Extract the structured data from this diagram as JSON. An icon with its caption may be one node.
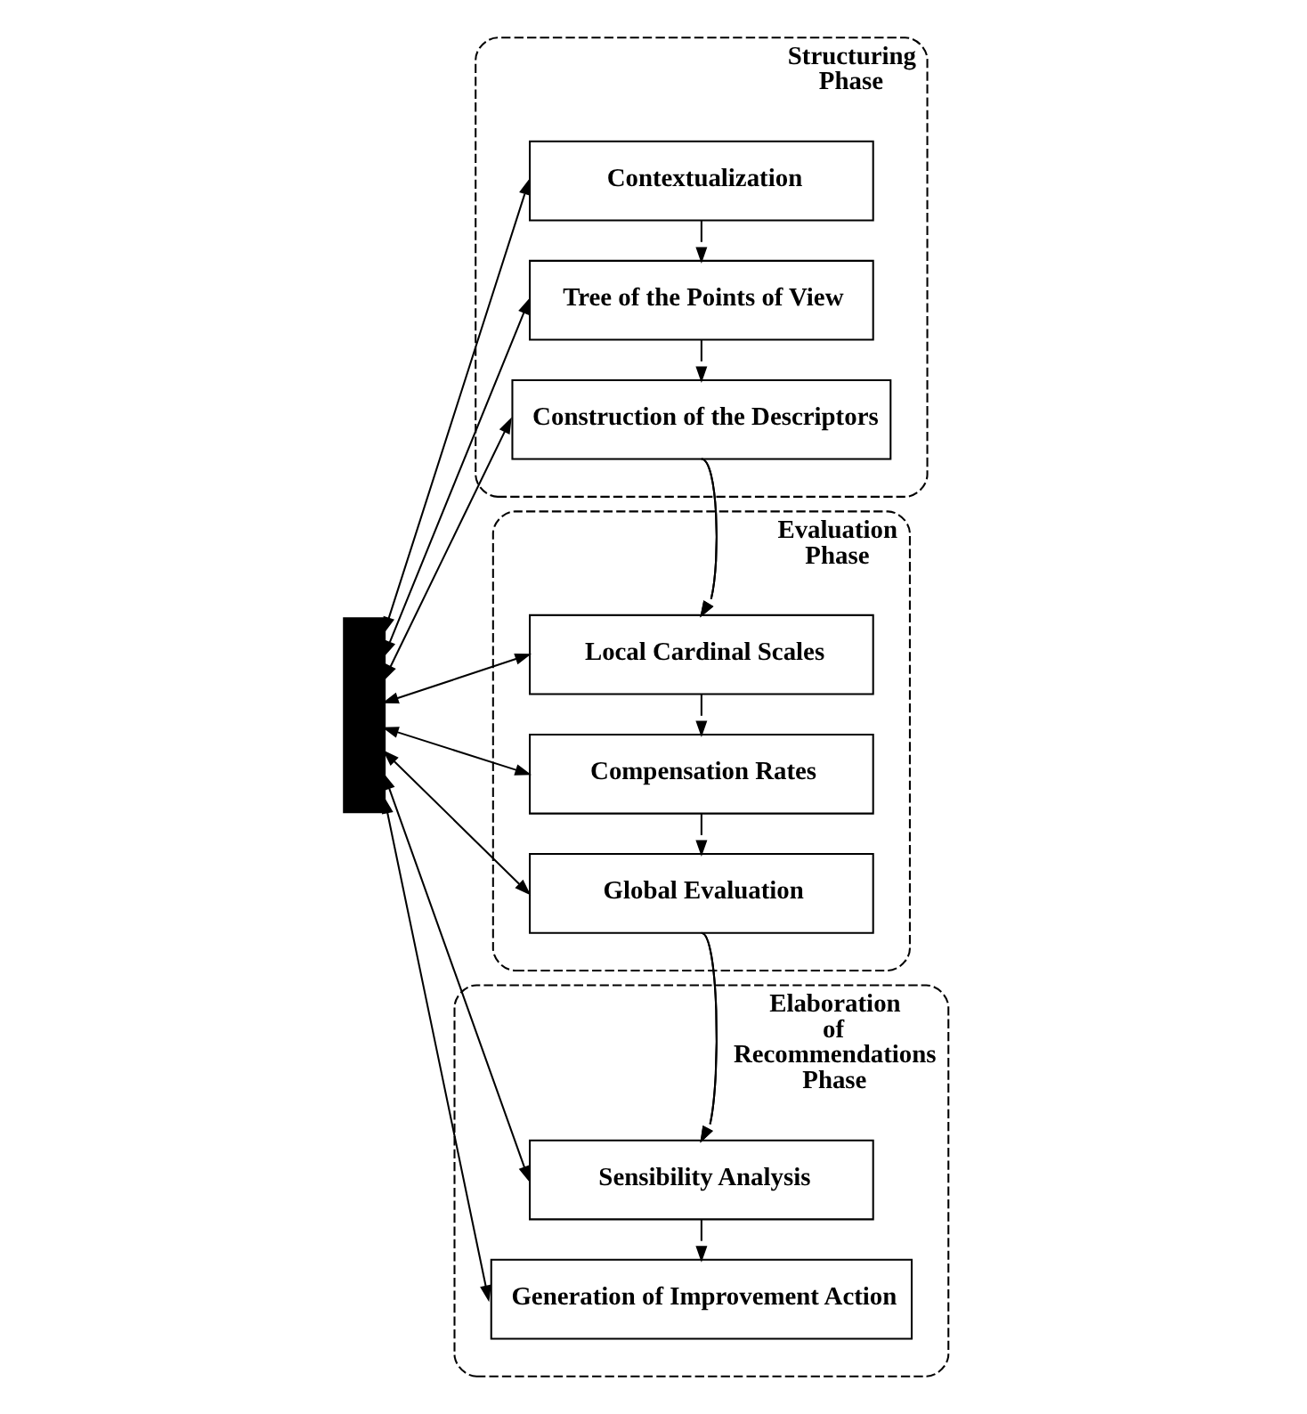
{
  "diagram": {
    "nodes": [
      {
        "text": [
          "Structuring Phase"
        ]
      },
      {
        "text": [
          "Contextualization"
        ],
        "in": 0
      },
      {
        "text": [
          "Tree of the Points of View"
        ],
        "in": 0
      },
      {
        "text": [
          "Construction of the Descriptors"
        ],
        "in": 0
      },
      {
        "text": [
          "Evaluation Phase"
        ]
      },
      {
        "text": [
          "Local Cardinal Scales"
        ],
        "in": 4
      },
      {
        "text": [
          "Compensation Rates"
        ],
        "in": 4
      },
      {
        "text": [
          "Global Evaluation"
        ],
        "in": 4
      },
      {
        "text": [
          "Elaboration of Recommendations Phase"
        ]
      },
      {
        "text": [
          "Sensibility Analysis"
        ],
        "in": 8
      },
      {
        "text": [
          "Generation of Improvement Action"
        ],
        "in": 8
      },
      {
        "text": [],
        "shape": "bar"
      }
    ],
    "edges": [
      {
        "from": 1,
        "to": 2,
        "arrow": "to"
      },
      {
        "from": 2,
        "to": 3,
        "arrow": "to"
      },
      {
        "from": 3,
        "to": 5,
        "arrow": "to"
      },
      {
        "from": 5,
        "to": 6,
        "arrow": "to"
      },
      {
        "from": 6,
        "to": 7,
        "arrow": "to"
      },
      {
        "from": 7,
        "to": 9,
        "arrow": "to"
      },
      {
        "from": 9,
        "to": 10,
        "arrow": "to"
      },
      {
        "from": 11,
        "to": 1,
        "arrow": "both"
      },
      {
        "from": 11,
        "to": 2,
        "arrow": "both"
      },
      {
        "from": 11,
        "to": 3,
        "arrow": "both"
      },
      {
        "from": 11,
        "to": 5,
        "arrow": "both"
      },
      {
        "from": 11,
        "to": 6,
        "arrow": "both"
      },
      {
        "from": 11,
        "to": 7,
        "arrow": "both"
      },
      {
        "from": 11,
        "to": 9,
        "arrow": "both"
      },
      {
        "from": 11,
        "to": 10,
        "arrow": "both"
      }
    ]
  }
}
